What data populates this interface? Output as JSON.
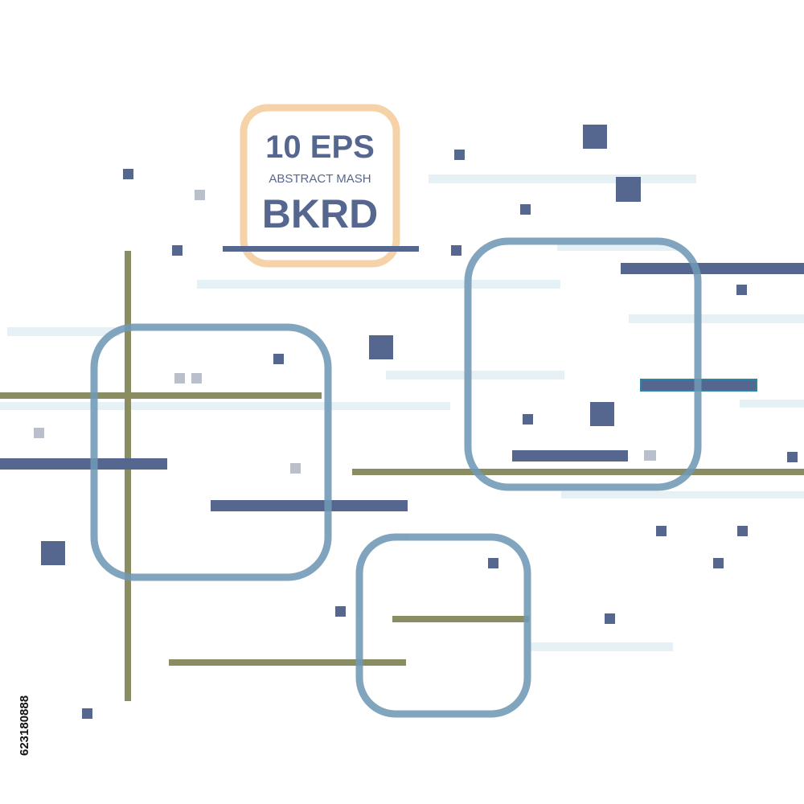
{
  "badge": {
    "line1": "10 EPS",
    "line2": "ABSTRACT MASH",
    "line3": "BKRD"
  },
  "stock_id": "623180888",
  "colors": {
    "background": "#ffffff",
    "navy": "#56678f",
    "steel_blue": "#6f98b6",
    "olive": "#8a8c62",
    "pale_blue": "#e6f1f6",
    "light_gray": "#b9c0cc",
    "peach": "#f6d2a8",
    "teal_accent": "#2c84a6"
  }
}
